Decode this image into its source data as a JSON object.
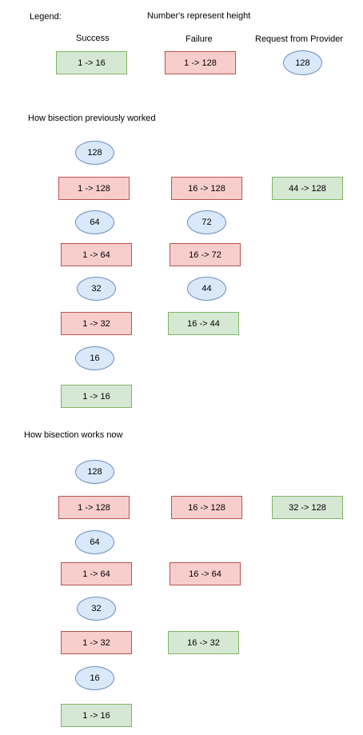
{
  "legend": {
    "title": "Legend:",
    "note": "Number's represent height",
    "success_header": "Success",
    "failure_header": "Failure",
    "request_header": "Request from Provider",
    "success_sample": "1 -> 16",
    "failure_sample": "1 -> 128",
    "request_sample": "128"
  },
  "previous": {
    "title": "How bisection previously worked",
    "col1": {
      "req1": "128",
      "fail1": "1 -> 128",
      "req2": "64",
      "fail2": "1 -> 64",
      "req3": "32",
      "fail3": "1 -> 32",
      "req4": "16",
      "success": "1 -> 16"
    },
    "col2": {
      "fail1": "16 -> 128",
      "req1": "72",
      "fail2": "16 -> 72",
      "req2": "44",
      "success": "16 -> 44"
    },
    "col3": {
      "success": "44 -> 128"
    }
  },
  "current": {
    "title": "How bisection works now",
    "col1": {
      "req1": "128",
      "fail1": "1 -> 128",
      "req2": "64",
      "fail2": "1 -> 64",
      "req3": "32",
      "fail3": "1 -> 32",
      "req4": "16",
      "success": "1 -> 16"
    },
    "col2": {
      "fail1": "16 -> 128",
      "fail2": "16 -> 64",
      "success": "16 -> 32"
    },
    "col3": {
      "success": "32 -> 128"
    }
  },
  "colors": {
    "success_fill": "#d5e8d4",
    "success_stroke": "#82b366",
    "failure_fill": "#f8cecc",
    "failure_stroke": "#b85450",
    "request_fill": "#dae8fc",
    "request_stroke": "#6c8ebf"
  }
}
